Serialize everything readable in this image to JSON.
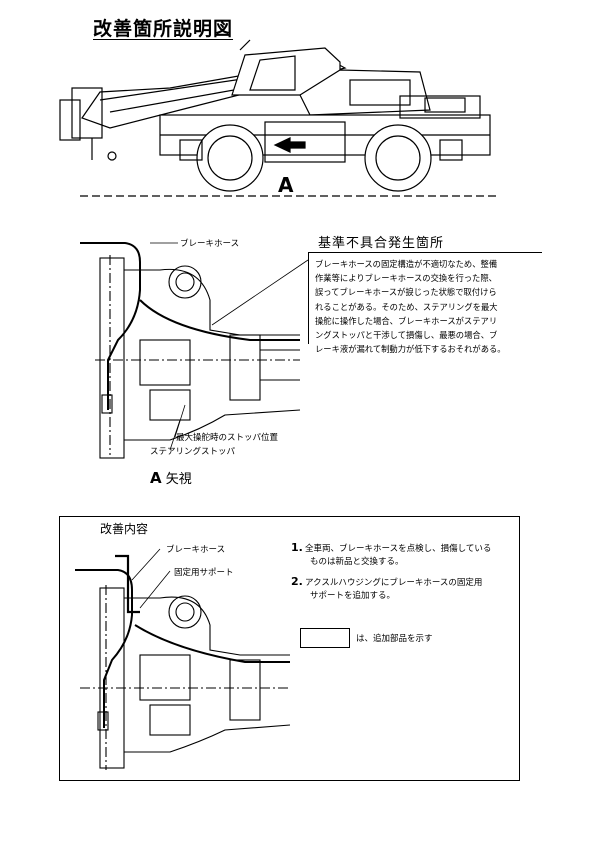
{
  "document": {
    "title": "改善箇所説明図",
    "view_marker": "A",
    "defect_section": {
      "title": "基準不具合発生箇所",
      "lines": [
        "ブレーキホースの固定構造が不適切なため、整備",
        "作業等によりブレーキホースの交換を行った際、",
        "誤ってブレーキホースが捩じった状態で取付けら",
        "れることがある。そのため、ステアリングを最大",
        "操舵に操作した場合、ブレーキホースがステアリ",
        "ングストッパと干渉して損傷し、最悪の場合、ブ",
        "レーキ液が漏れて制動力が低下するおそれがある。"
      ]
    },
    "upper_labels": {
      "brake_hose": "ブレーキホース",
      "stopper_position": "最大操舵時のストッパ位置",
      "steering_stopper": "ステアリングストッパ"
    },
    "view_label": {
      "letter": "A",
      "text": "矢視"
    },
    "improvement_section": {
      "title": "改善内容",
      "brake_hose": "ブレーキホース",
      "support": "固定用サポート",
      "steps": [
        {
          "num": "1.",
          "line1": "全車両、ブレーキホースを点検し、損傷している",
          "line2": "ものは新品と交換する。"
        },
        {
          "num": "2.",
          "line1": "アクスルハウジングにブレーキホースの固定用",
          "line2": "サポートを追加する。"
        }
      ],
      "legend": "は、追加部品を示す"
    }
  }
}
